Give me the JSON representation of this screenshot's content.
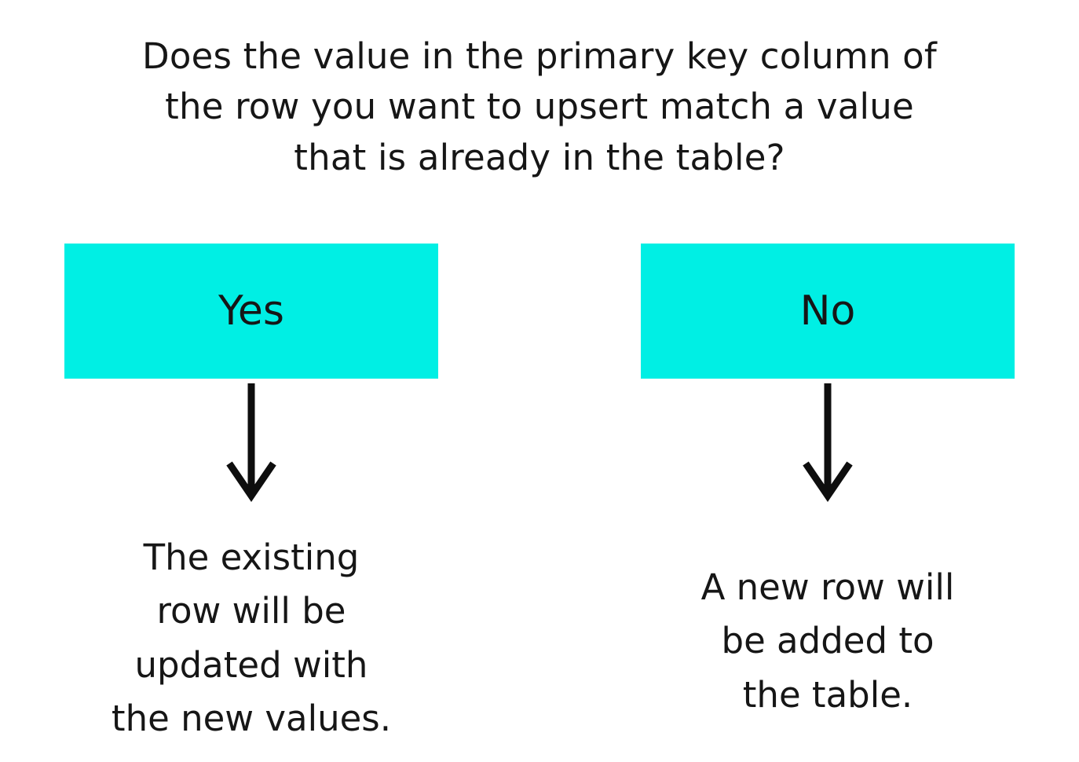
{
  "question": "Does the value in the primary key column of\nthe row you want to upsert match a value\nthat is already in the table?",
  "branches": [
    {
      "label": "Yes",
      "outcome": "The existing\nrow will be\nupdated with\nthe new values."
    },
    {
      "label": "No",
      "outcome": "A new row will\nbe added to\nthe table."
    }
  ],
  "icons": [
    "down-arrow-icon",
    "down-arrow-icon"
  ],
  "colors": {
    "box_fill": "#00efe4",
    "ink": "#161616",
    "bg": "#ffffff",
    "arrow": "#0e0e0e"
  }
}
